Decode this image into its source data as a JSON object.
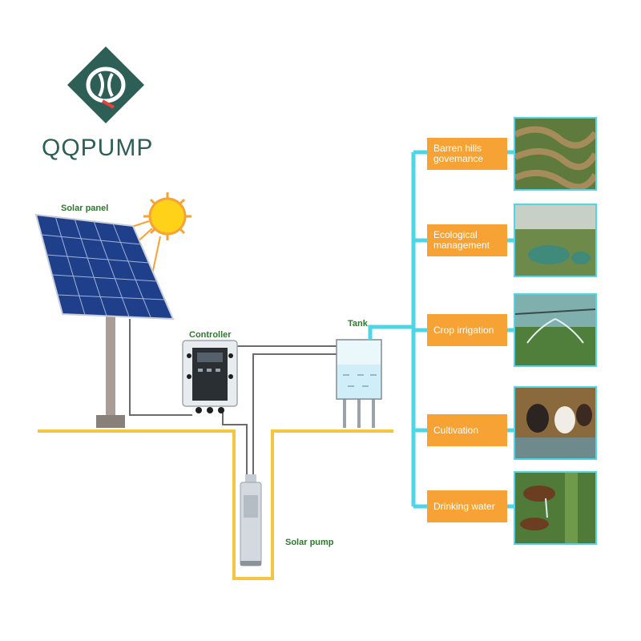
{
  "brand": {
    "name": "QQPUMP"
  },
  "labels": {
    "solar_panel": "Solar panel",
    "controller": "Controller",
    "tank": "Tank",
    "solar_pump": "Solar pump"
  },
  "applications": [
    {
      "label": "Barren hills govemance",
      "line1": "Barren hills",
      "line2": "govemance"
    },
    {
      "label": "Ecological management",
      "line1": "Ecological",
      "line2": "management"
    },
    {
      "label": "Crop irrigation",
      "line1": "Crop irrigation",
      "line2": ""
    },
    {
      "label": "Cultivation",
      "line1": "Cultivation",
      "line2": ""
    },
    {
      "label": "Drinking water",
      "line1": "Drinking water",
      "line2": ""
    }
  ],
  "colors": {
    "brand": "#2e5f57",
    "accent_orange": "#f7a234",
    "pipe_cyan": "#4fd6e6",
    "ground_yellow": "#f5c542",
    "label_green": "#2d7a2d"
  }
}
